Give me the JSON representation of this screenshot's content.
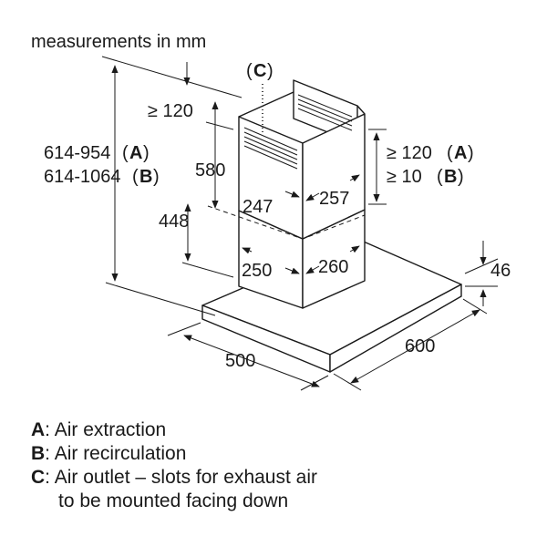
{
  "header": {
    "title": "measurements in mm"
  },
  "labels": {
    "outlet_letter": "C",
    "top_clearance": "≥ 120",
    "total_height_a": "614-954",
    "total_height_b": "614-1064",
    "side_a_value": "≥ 120",
    "side_b_value": "≥ 10",
    "letter_a": "A",
    "letter_b": "B",
    "dim_580": "580",
    "dim_448": "448",
    "dim_247": "247",
    "dim_257": "257",
    "dim_250": "250",
    "dim_260": "260",
    "dim_46": "46",
    "dim_500": "500",
    "dim_600": "600"
  },
  "legend": [
    {
      "key": "A",
      "text": "Air extraction"
    },
    {
      "key": "B",
      "text": "Air recirculation"
    },
    {
      "key": "C",
      "text": "Air outlet – slots for exhaust air"
    },
    {
      "key": "",
      "text": "to be mounted facing down"
    }
  ]
}
